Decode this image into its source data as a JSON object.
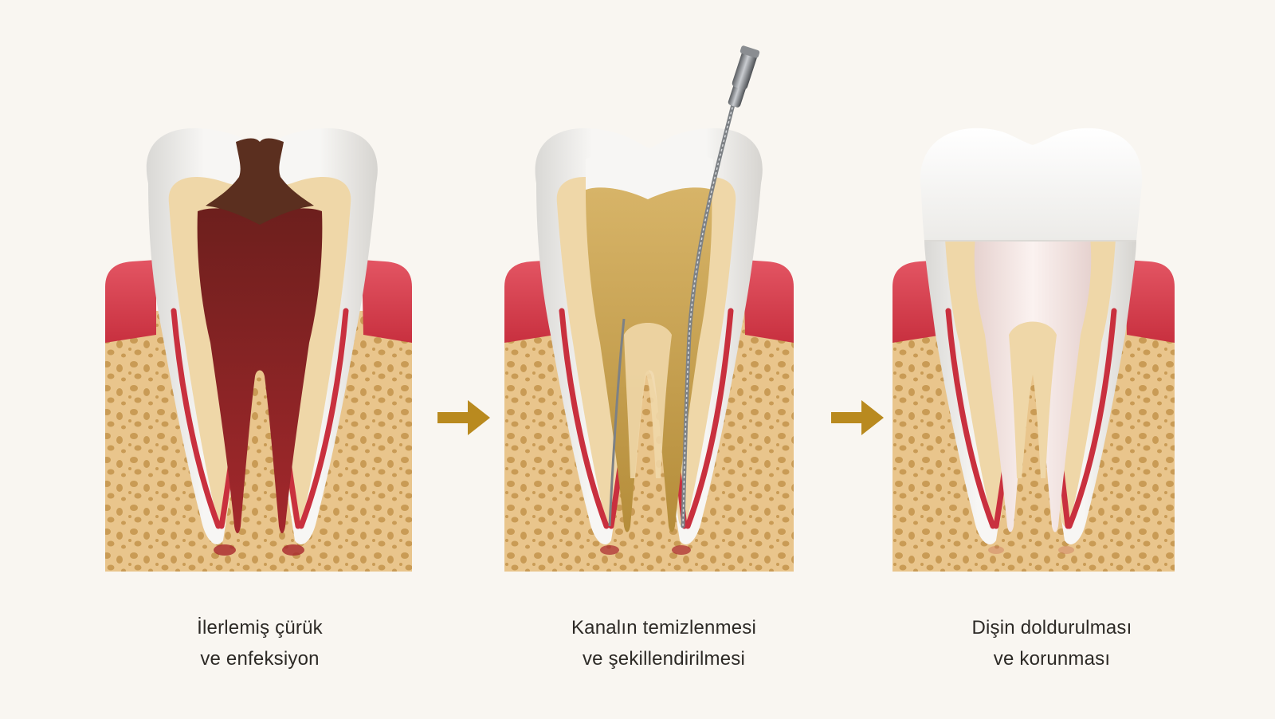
{
  "stages": [
    {
      "line1": "İlerlemiş çürük",
      "line2": "ve enfeksiyon"
    },
    {
      "line1": "Kanalın temizlenmesi",
      "line2": "ve şekillendirilmesi"
    },
    {
      "line1": "Dişin doldurulması",
      "line2": "ve korunması"
    }
  ],
  "colors": {
    "background": "#f9f6f1",
    "gum": "#d83b4b",
    "bone": "#e8c489",
    "enamel": "#f4f3f1",
    "dentin": "#efd7a8",
    "infected_pulp": "#8e2628",
    "cleaned_canal": "#c9a24e",
    "filling": "#f2e3e0",
    "arrow": "#b98a1f",
    "text": "#2d2a26"
  },
  "icons": {
    "transition": "arrow-right-icon",
    "instrument": "endodontic-file-icon"
  }
}
